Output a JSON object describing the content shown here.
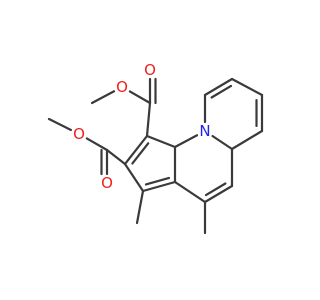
{
  "structure": {
    "atoms": [
      {
        "id": "N",
        "label": "N",
        "color": "#2222ee"
      },
      {
        "id": "O1",
        "label": "O",
        "color": "#ee2222"
      },
      {
        "id": "O2",
        "label": "O",
        "color": "#ee2222"
      },
      {
        "id": "O3",
        "label": "O",
        "color": "#ee2222"
      },
      {
        "id": "O4",
        "label": "O",
        "color": "#ee2222"
      }
    ],
    "bond_color": "#3a3a3a"
  }
}
